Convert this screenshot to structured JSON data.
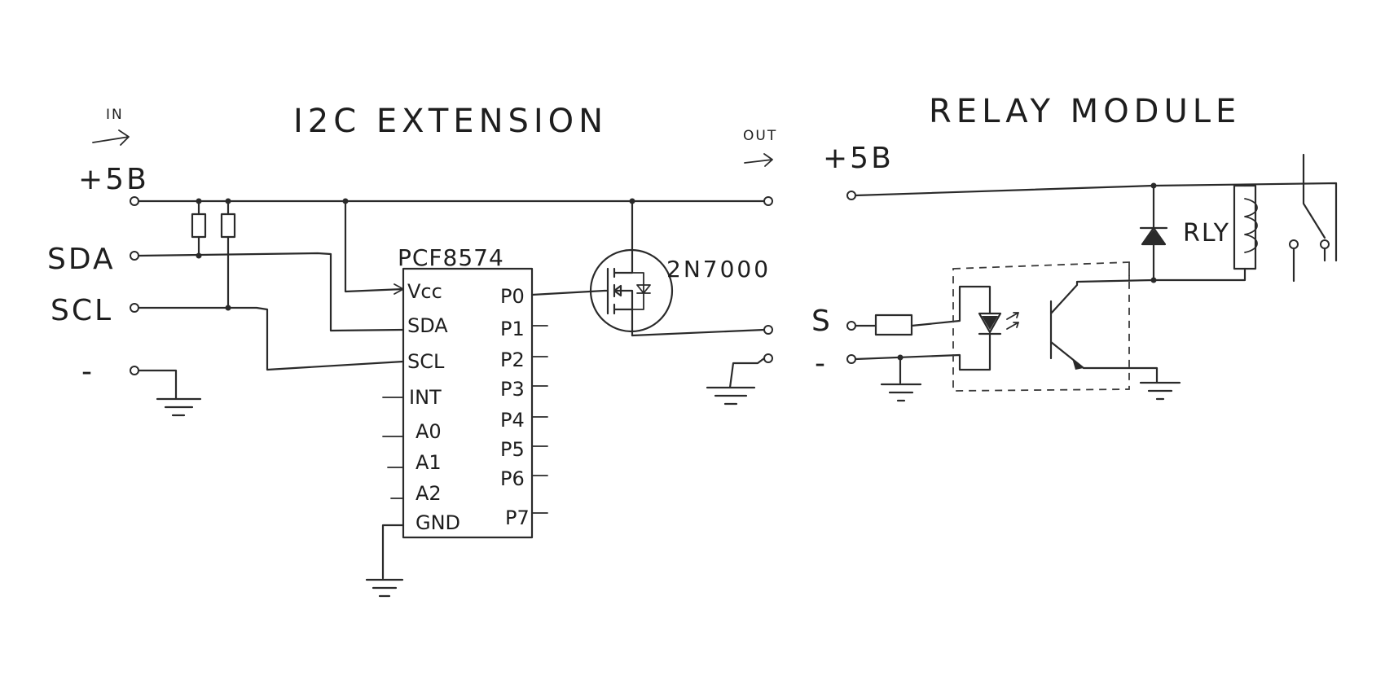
{
  "titles": {
    "left": "I2C EXTENSION",
    "right": "RELAY MODULE"
  },
  "inputs": {
    "in_label": "IN",
    "out_label": "OUT",
    "plus5_left": "+5B",
    "plus5_right": "+5B",
    "sda": "SDA",
    "scl": "SCL",
    "minus_left": "-",
    "signal": "S",
    "minus_right": "-"
  },
  "ic": {
    "name": "PCF8574",
    "left_pins": [
      "Vcc",
      "SDA",
      "SCL",
      "INT",
      "A0",
      "A1",
      "A2",
      "GND"
    ],
    "right_pins": [
      "P0",
      "P1",
      "P2",
      "P3",
      "P4",
      "P5",
      "P6",
      "P7"
    ]
  },
  "mosfet": {
    "name": "2N7000"
  },
  "relay": {
    "name": "RLY"
  }
}
